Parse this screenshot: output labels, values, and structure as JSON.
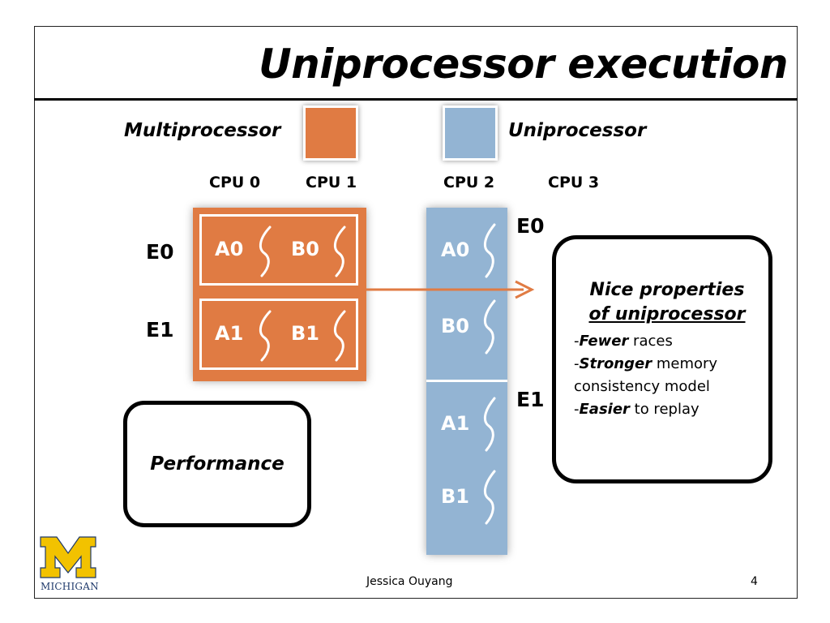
{
  "slide": {
    "title": "Uniprocessor execution",
    "legend": {
      "multiprocessor_label": "Multiprocessor",
      "uniprocessor_label": "Uniprocessor"
    },
    "cpus": [
      "CPU 0",
      "CPU 1",
      "CPU 2",
      "CPU 3"
    ],
    "multiprocessor": {
      "epochs": [
        {
          "label": "E0",
          "tasks": [
            "A0",
            "B0"
          ]
        },
        {
          "label": "E1",
          "tasks": [
            "A1",
            "B1"
          ]
        }
      ]
    },
    "uniprocessor": {
      "epochs": [
        {
          "label": "E0",
          "tasks": [
            "A0",
            "B0"
          ]
        },
        {
          "label": "E1",
          "tasks": [
            "A1",
            "B1"
          ]
        }
      ]
    },
    "performance_box": {
      "text": "Performance"
    },
    "nice_box": {
      "heading_line1": "Nice properties",
      "heading_line2": "of uniprocessor",
      "items": [
        {
          "dash": "-",
          "emphasis": "Fewer",
          "rest": " races"
        },
        {
          "dash": "-",
          "emphasis": "Stronger",
          "rest": " memory"
        },
        {
          "dash": "",
          "emphasis": "",
          "rest": "consistency model"
        },
        {
          "dash": "-",
          "emphasis": "Easier",
          "rest": " to replay"
        }
      ]
    },
    "footer": {
      "author": "Jessica Ouyang",
      "page_number": "4"
    },
    "logo": {
      "wordmark": "MICHIGAN",
      "icon": "block-m-logo-icon"
    },
    "colors": {
      "multiprocessor": "#e07b43",
      "uniprocessor": "#93b4d3",
      "arrow": "#e07b43",
      "logo_maize": "#f2c200",
      "logo_blue": "#1f3a6b"
    }
  }
}
